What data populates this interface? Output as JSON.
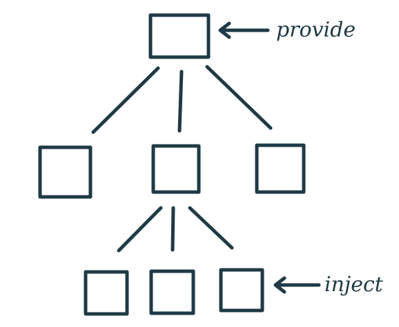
{
  "colors": {
    "ink": "#1f3a45",
    "background": "#ffffff"
  },
  "diagram": {
    "type": "tree",
    "nodes": [
      {
        "id": "root",
        "level": 0
      },
      {
        "id": "child-left",
        "level": 1,
        "parent": "root"
      },
      {
        "id": "child-middle",
        "level": 1,
        "parent": "root"
      },
      {
        "id": "child-right",
        "level": 1,
        "parent": "root"
      },
      {
        "id": "grandchild-left",
        "level": 2,
        "parent": "child-middle"
      },
      {
        "id": "grandchild-middle",
        "level": 2,
        "parent": "child-middle"
      },
      {
        "id": "grandchild-right",
        "level": 2,
        "parent": "child-middle"
      }
    ],
    "annotations": {
      "provide": {
        "label": "provide",
        "target": "root"
      },
      "inject": {
        "label": "inject",
        "target": "grandchild-right"
      }
    }
  }
}
